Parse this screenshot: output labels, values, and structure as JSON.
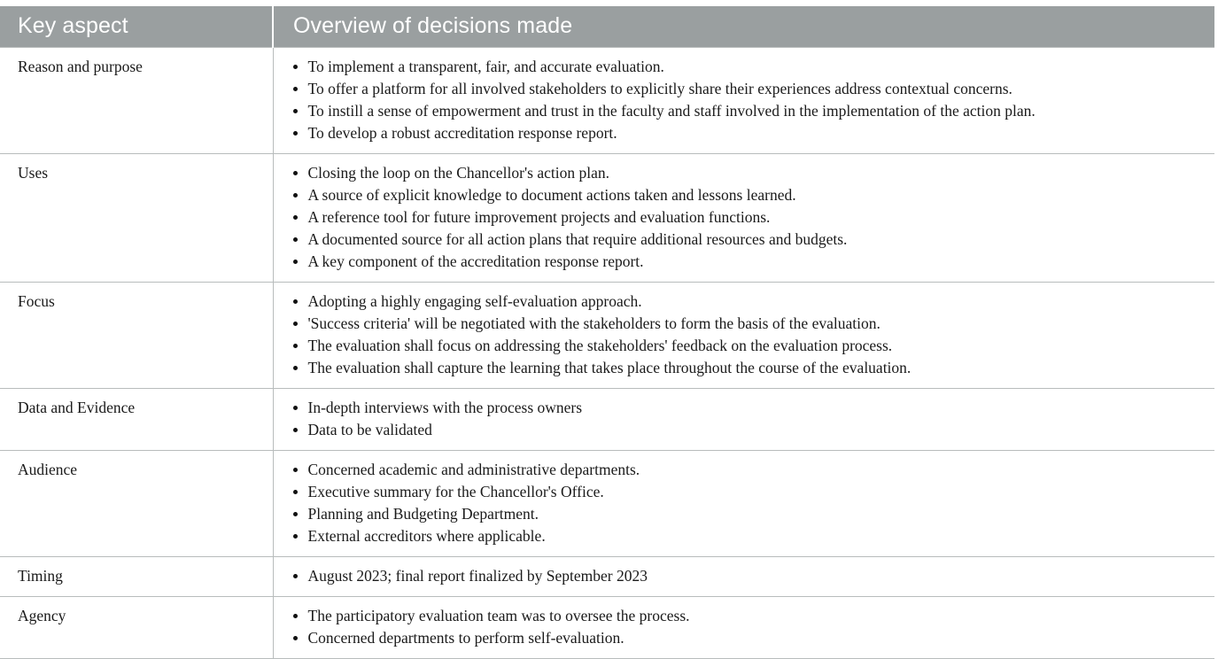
{
  "table": {
    "header": {
      "key_aspect": "Key aspect",
      "overview": "Overview of decisions made",
      "background_color": "#9a9fa0",
      "text_color": "#ffffff"
    },
    "border_color": "#b8bcbc",
    "rows": [
      {
        "key": "Reason and purpose",
        "bullets": [
          "To implement a transparent, fair, and accurate evaluation.",
          "To offer a platform for all involved stakeholders to explicitly share their experiences address contextual concerns.",
          "To instill a sense of empowerment and trust in the faculty and staff involved in the implementation of the action plan.",
          "To develop a robust accreditation response report."
        ]
      },
      {
        "key": "Uses",
        "bullets": [
          "Closing the loop on the Chancellor's action plan.",
          "A source of explicit knowledge to document actions taken and lessons learned.",
          "A reference tool for future improvement projects and evaluation functions.",
          "A documented source for all action plans that require additional resources and budgets.",
          "A key component of the accreditation response report."
        ]
      },
      {
        "key": "Focus",
        "bullets": [
          "Adopting a highly engaging self-evaluation approach.",
          "'Success criteria' will be negotiated with the stakeholders to form the basis of the evaluation.",
          "The evaluation shall focus on addressing the stakeholders' feedback on the evaluation process.",
          "The evaluation shall capture the learning that takes place throughout the course of the evaluation."
        ]
      },
      {
        "key": "Data and Evidence",
        "bullets": [
          "In-depth interviews with the process owners",
          "Data to be validated"
        ]
      },
      {
        "key": "Audience",
        "bullets": [
          "Concerned academic and administrative departments.",
          "Executive summary for the Chancellor's Office.",
          "Planning and Budgeting Department.",
          "External accreditors where applicable."
        ]
      },
      {
        "key": "Timing",
        "bullets": [
          "August 2023; final report finalized by September 2023"
        ]
      },
      {
        "key": "Agency",
        "bullets": [
          "The participatory evaluation team was to oversee the process.",
          "Concerned departments to perform self-evaluation."
        ]
      }
    ]
  }
}
